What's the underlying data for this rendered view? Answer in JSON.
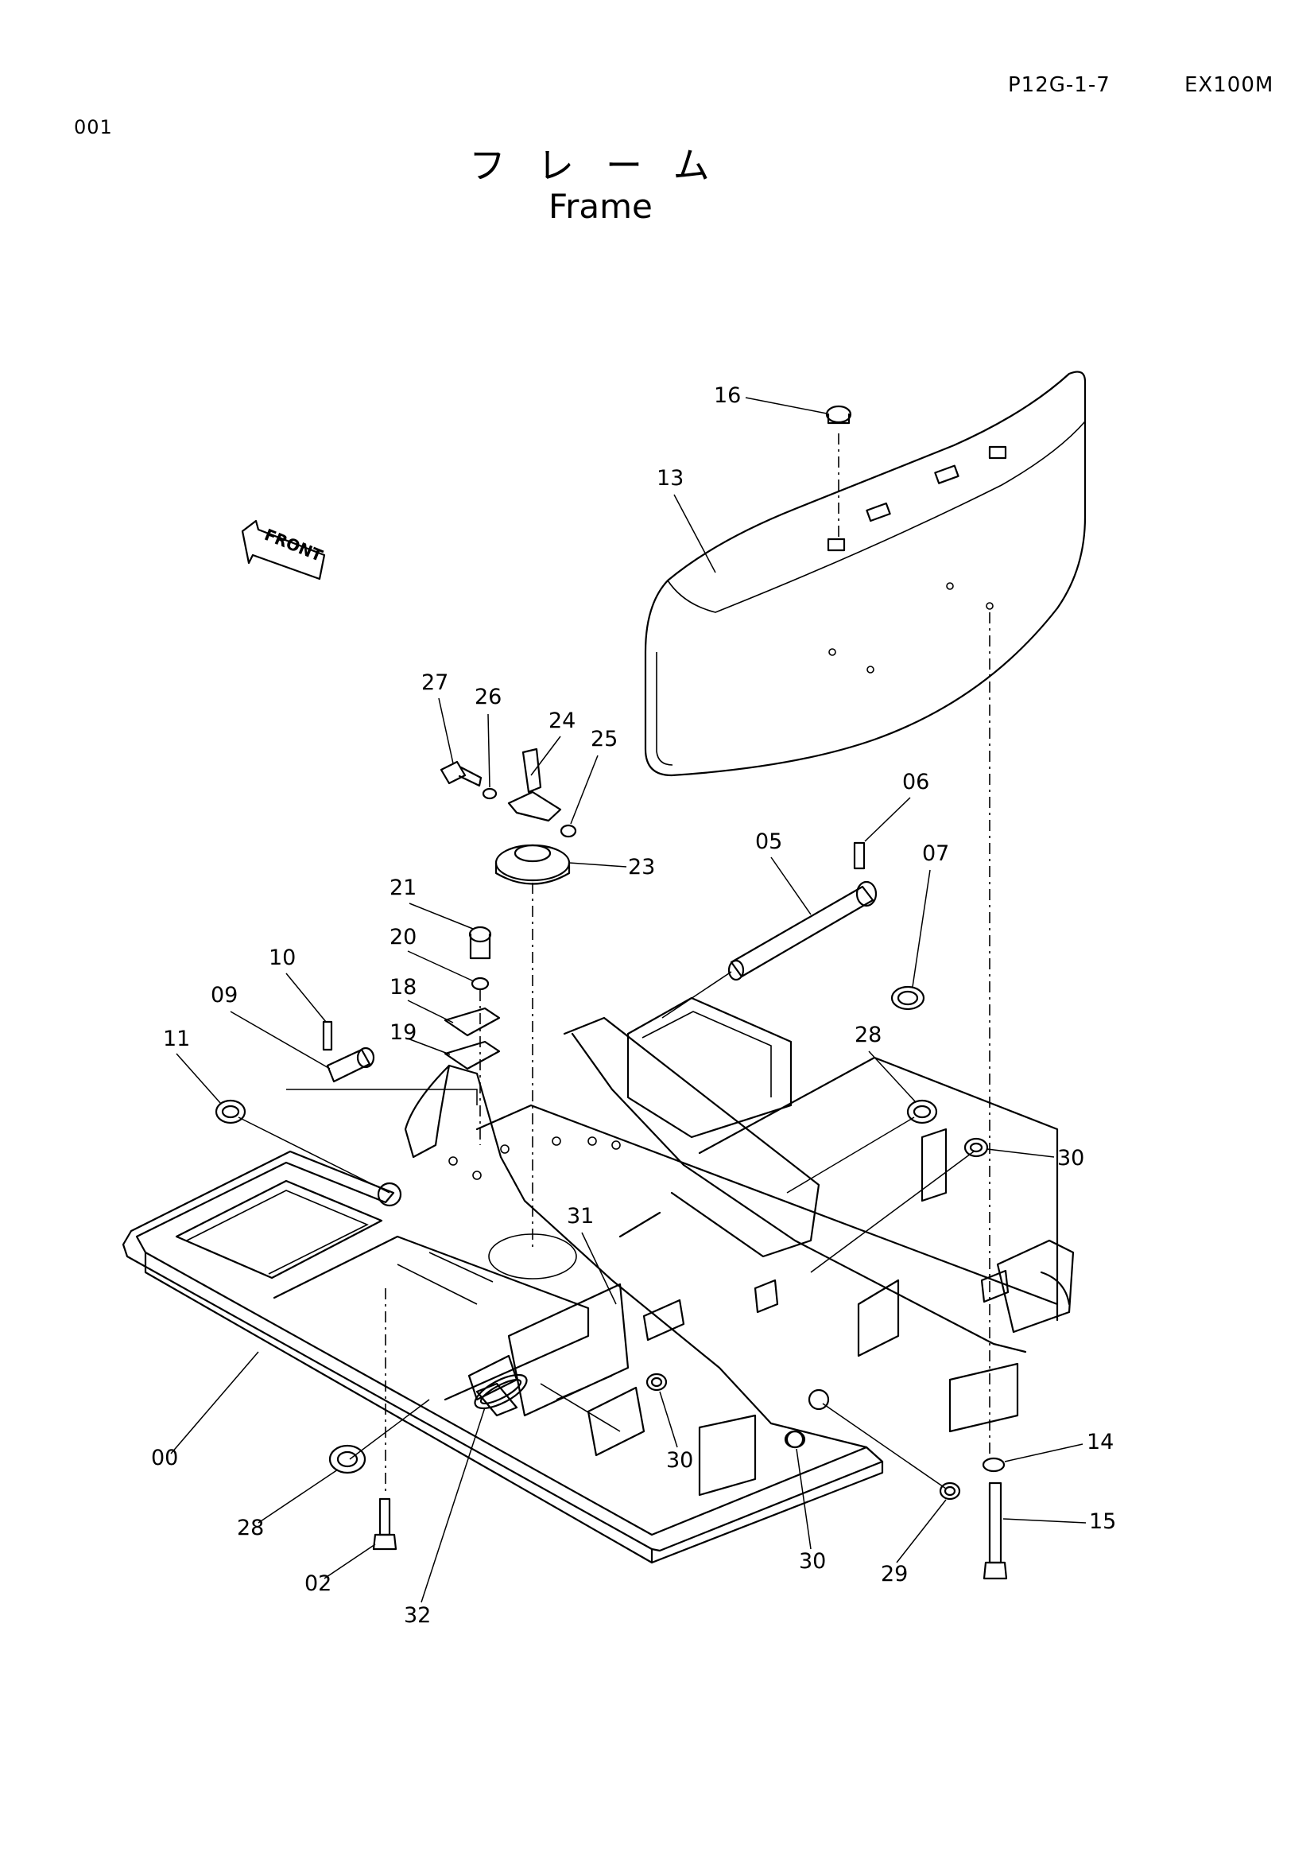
{
  "header": {
    "page_number": "001",
    "page_code": "P12G-1-7",
    "model": "EX100M"
  },
  "title": {
    "japanese": "フレーム",
    "english": "Frame"
  },
  "direction_marker": "FRONT",
  "callouts": [
    "00",
    "02",
    "05",
    "06",
    "07",
    "09",
    "10",
    "11",
    "13",
    "14",
    "15",
    "16",
    "18",
    "19",
    "20",
    "21",
    "23",
    "24",
    "25",
    "26",
    "27",
    "28",
    "28",
    "29",
    "30",
    "30",
    "30",
    "31",
    "32"
  ]
}
